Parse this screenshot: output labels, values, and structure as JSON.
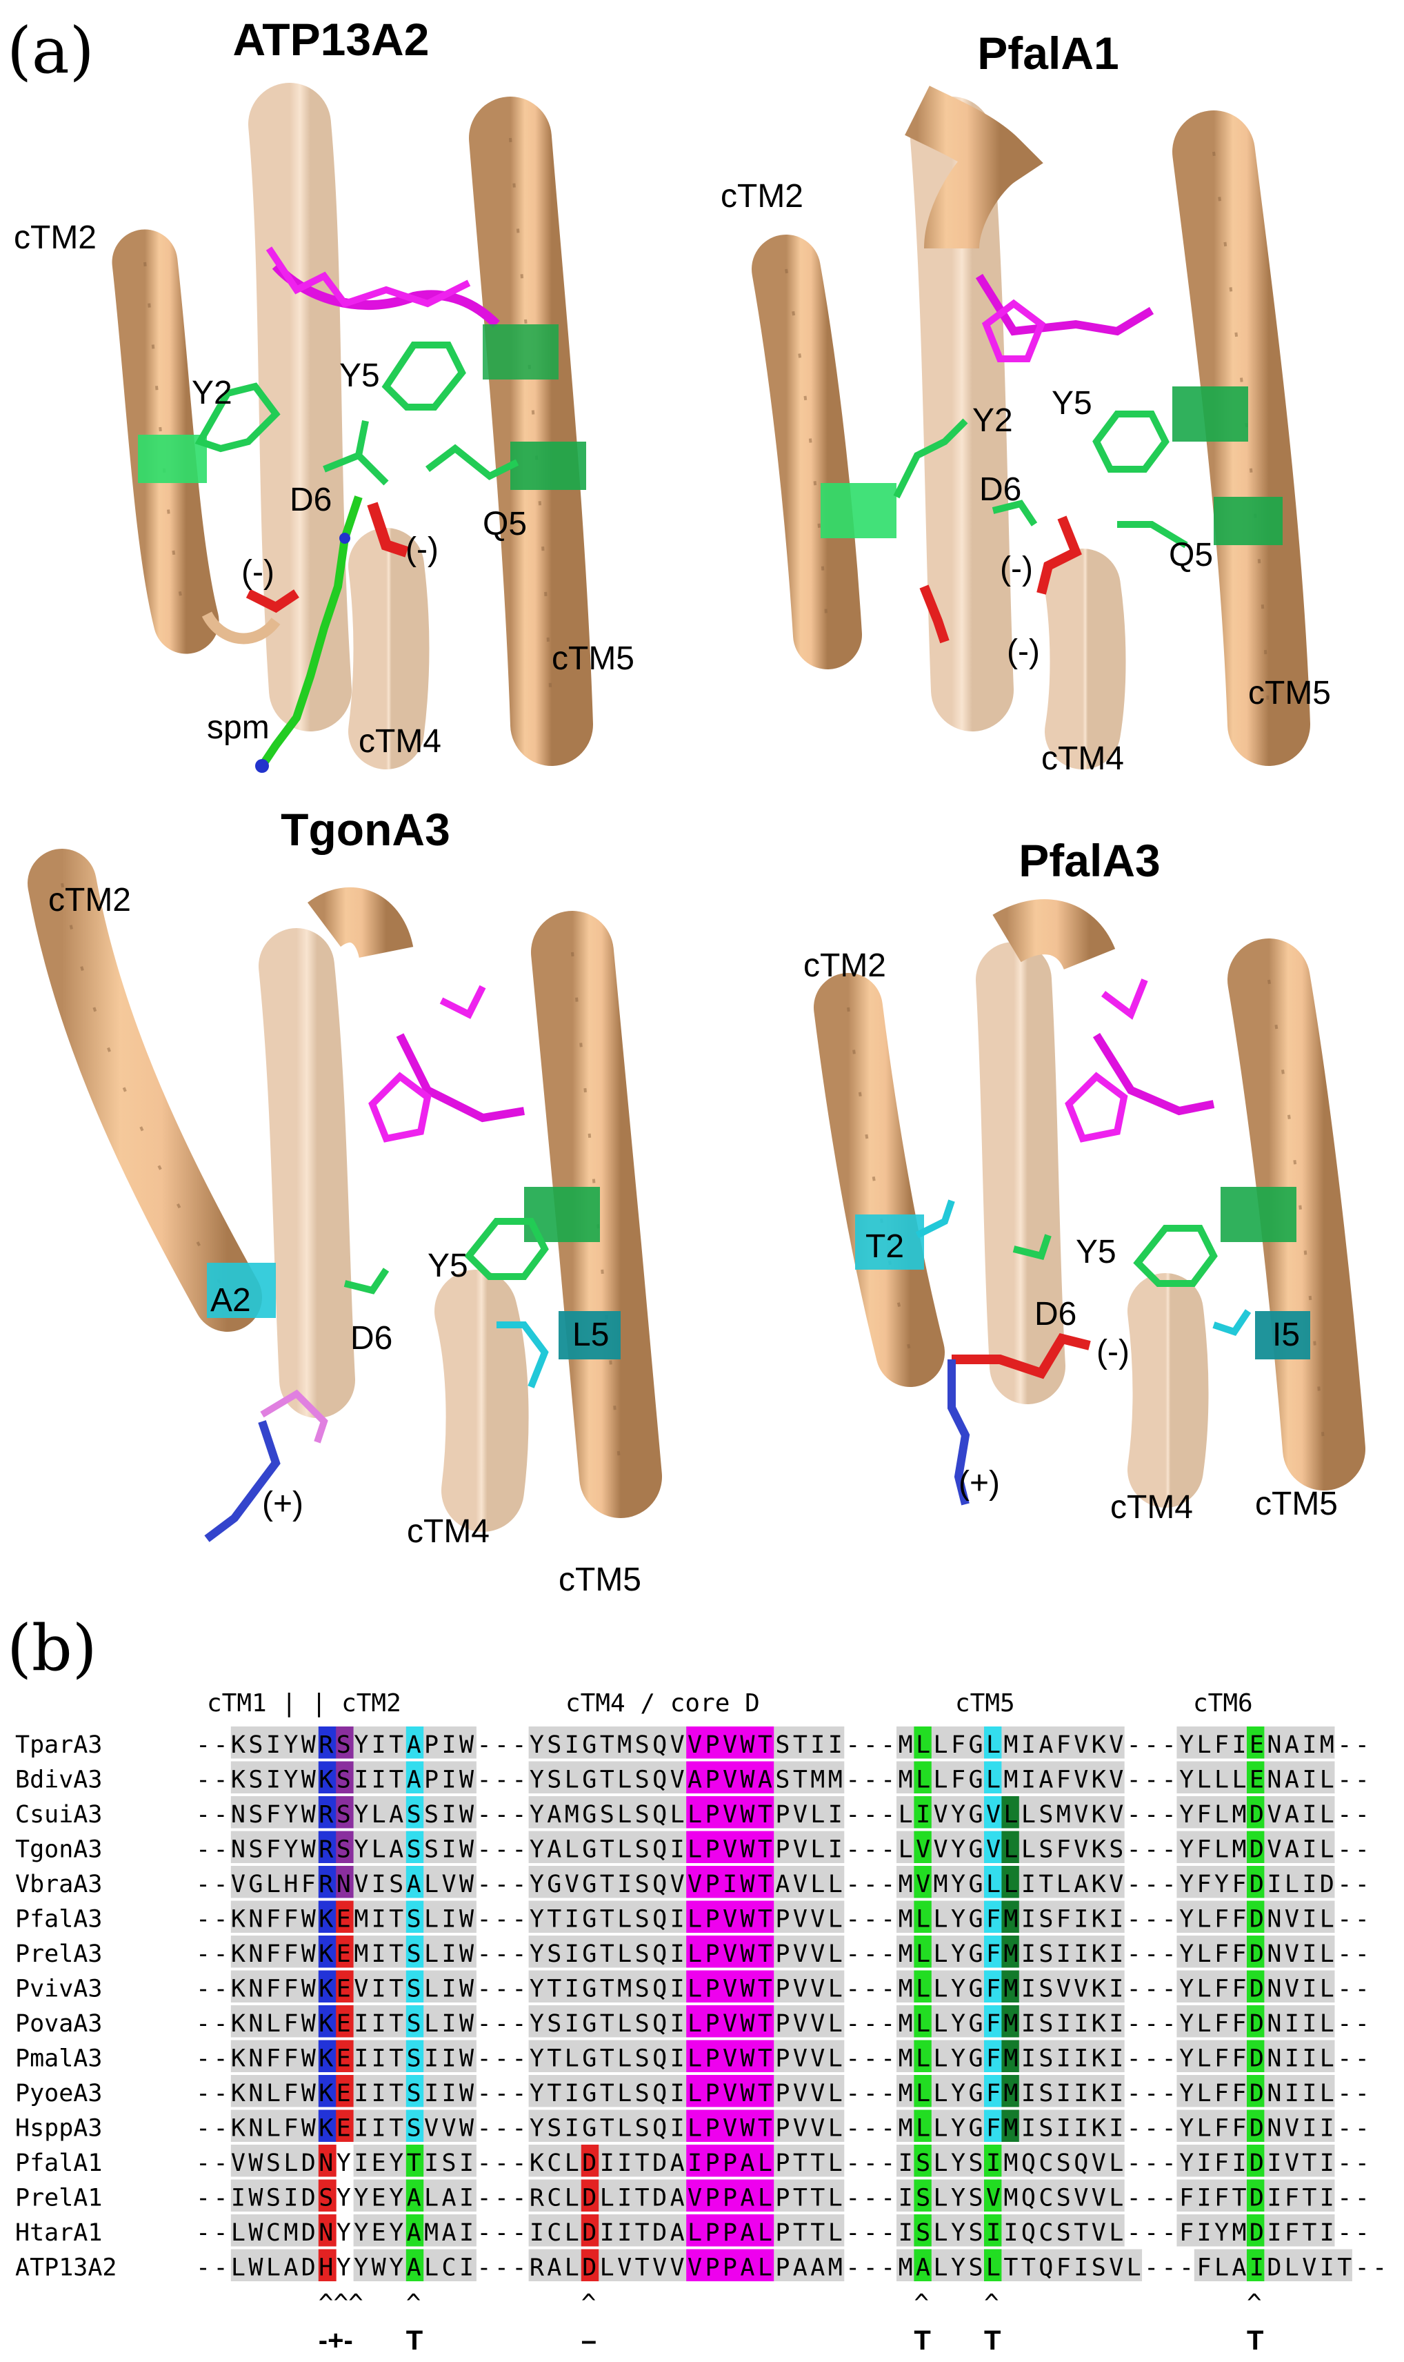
{
  "panel_labels": {
    "a": "(a)",
    "b": "(b)"
  },
  "structures": [
    {
      "title": "ATP13A2",
      "labels": [
        "cTM2",
        "Y2",
        "Y5",
        "D6",
        "Q5",
        "(-)",
        "(-)",
        "spm",
        "cTM4",
        "cTM5"
      ]
    },
    {
      "title": "PfalA1",
      "labels": [
        "cTM2",
        "Y2",
        "Y5",
        "D6",
        "(-)",
        "Q5",
        "(-)",
        "cTM4",
        "cTM5"
      ]
    },
    {
      "title": "TgonA3",
      "labels": [
        "cTM2",
        "A2",
        "D6",
        "Y5",
        "L5",
        "(+)",
        "cTM4",
        "cTM5"
      ]
    },
    {
      "title": "PfalA3",
      "labels": [
        "cTM2",
        "T2",
        "Y5",
        "D6",
        "I5",
        "(-)",
        "(+)",
        "cTM4",
        "cTM5"
      ]
    }
  ],
  "alignment": {
    "header": [
      "cTM1 | | cTM2",
      "cTM4 / core D",
      "cTM5",
      "cTM6"
    ],
    "rows": [
      {
        "name": "TparA3",
        "seq": "--KSIYWRSYITAPIW---YSIGTMSQVVPVWTSTII---MLLFGLMIAFVKV---YLFIENAIM--"
      },
      {
        "name": "BdivA3",
        "seq": "--KSIYWKSIITAPIW---YSLGTLSQVAPVWASTMM---MLLFGLMIAFVKV---YLLLENAIL--"
      },
      {
        "name": "CsuiA3",
        "seq": "--NSFYWRSYLASSIW---YAMGSLSQLLPVWTPVLI---LIVYGVLLSMVKV---YFLMDVAIL--"
      },
      {
        "name": "TgonA3",
        "seq": "--NSFYWRSYLASSIW---YALGTLSQILPVWTPVLI---LVVYGVLLSFVKS---YFLMDVAIL--"
      },
      {
        "name": "VbraA3",
        "seq": "--VGLHFRNVISALVW---YGVGTISQVVPIWTAVLL---MVMYGLLITLAKV---YFYFDILID--"
      },
      {
        "name": "PfalA3",
        "seq": "--KNFFWKEMITSLIW---YTIGTLSQILPVWTPVVL---MLLYGFMISFIKI---YLFFDNVIL--"
      },
      {
        "name": "PrelA3",
        "seq": "--KNFFWKEMITSLIW---YSIGTLSQILPVWTPVVL---MLLYGFMISIIKI---YLFFDNVIL--"
      },
      {
        "name": "PvivA3",
        "seq": "--KNFFWKEVITSLIW---YTIGTMSQILPVWTPVVL---MLLYGFMISVVKI---YLFFDNVIL--"
      },
      {
        "name": "PovaA3",
        "seq": "--KNLFWKEIITSLIW---YSIGTLSQILPVWTPVVL---MLLYGFMISIIKI---YLFFDNIIL--"
      },
      {
        "name": "PmalA3",
        "seq": "--KNFFWKEIITSIIW---YTLGTLSQILPVWTPVVL---MLLYGFMISIIKI---YLFFDNIIL--"
      },
      {
        "name": "PyoeA3",
        "seq": "--KNLFWKEIITSIIW---YTIGTLSQILPVWTPVVL---MLLYGFMISIIKI---YLFFDNIIL--"
      },
      {
        "name": "HsppA3",
        "seq": "--KNLFWKEIITSVVW---YSIGTLSQILPVWTPVVL---MLLYGFMISIIKI---YLFFDNVII--"
      },
      {
        "name": "PfalA1",
        "seq": "--VWSLDNYIEYTISI---KCLDIITDAIPPALPTTL---ISLYSIMQCSQVL---YIFIDIVTI--"
      },
      {
        "name": "PrelA1",
        "seq": "--IWSIDSYYEYALAI---RCLDLITDAVPPALPTTL---ISLYSVMQCSVVL---FIFTDIFTI--"
      },
      {
        "name": "HtarA1",
        "seq": "--LWCMDNYYEYAMAI---ICLDIITDALPPALPTTL---ISLYSIIQCSTVL---FIYMDIFTI--"
      },
      {
        "name": "ATP13A2",
        "seq": "--LWLADHYYWYALCI---RALDLVTVVVPPALPAAM---MALYSLTTQFISVL---FLAIDLVIT--"
      }
    ],
    "markers": [
      {
        "col": 7,
        "caret": "^^^",
        "type": "-+-"
      },
      {
        "col": 12,
        "caret": "^",
        "type": "T"
      },
      {
        "col": 22,
        "caret": "^",
        "type": "–"
      },
      {
        "col": 41,
        "caret": "^",
        "type": "T"
      },
      {
        "col": 45,
        "caret": "^",
        "type": "T"
      },
      {
        "col": 60,
        "caret": "^",
        "type": "T"
      }
    ],
    "colors": {
      "gray": "#d4d4d4",
      "magenta": "#ee00ee",
      "purple": "#8a2f9e",
      "blue": "#2233d8",
      "red": "#e32222",
      "cyan": "#33ddee",
      "green": "#22dd22",
      "darkgreen": "#137a2b"
    }
  }
}
